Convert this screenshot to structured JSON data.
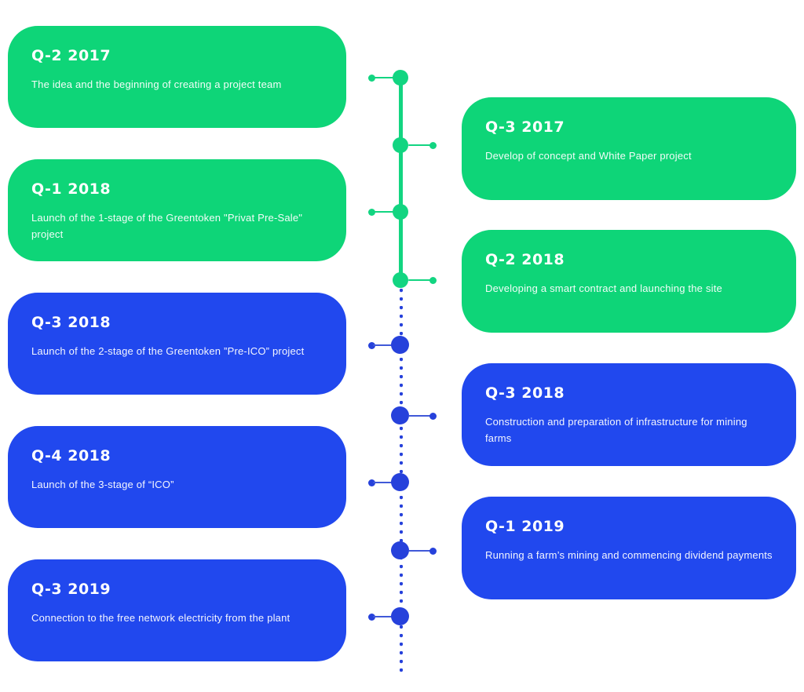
{
  "palette": {
    "card_green": "#0ed578",
    "card_blue": "#2148ee",
    "line_green": "#12d581",
    "line_blue": "#2641db",
    "text": "#ffffff",
    "background": "#ffffff"
  },
  "timeline": {
    "items": [
      {
        "side": "left",
        "color": "green",
        "title": "Q-2 2017",
        "description": "The idea and the beginning of creating a project team"
      },
      {
        "side": "right",
        "color": "green",
        "title": "Q-3 2017",
        "description": "Develop of concept and White Paper project"
      },
      {
        "side": "left",
        "color": "green",
        "title": "Q-1 2018",
        "description": "Launch of the 1-stage of the Greentoken \"Privat Pre-Sale\" project"
      },
      {
        "side": "right",
        "color": "green",
        "title": "Q-2 2018",
        "description": "Developing a smart contract and launching the site"
      },
      {
        "side": "left",
        "color": "blue",
        "title": "Q-3 2018",
        "description": "Launch of the 2-stage of the Greentoken ”Pre-ICO” project"
      },
      {
        "side": "right",
        "color": "blue",
        "title": "Q-3 2018",
        "description": "Construction and preparation of infrastructure for mining farms"
      },
      {
        "side": "left",
        "color": "blue",
        "title": "Q-4 2018",
        "description": "Launch of the 3-stage of “ICO”"
      },
      {
        "side": "right",
        "color": "blue",
        "title": "Q-1 2019",
        "description": "Running a farm’s mining and commencing dividend payments"
      },
      {
        "side": "left",
        "color": "blue",
        "title": "Q-3 2019",
        "description": "Connection to the free network electricity from the plant"
      }
    ]
  }
}
